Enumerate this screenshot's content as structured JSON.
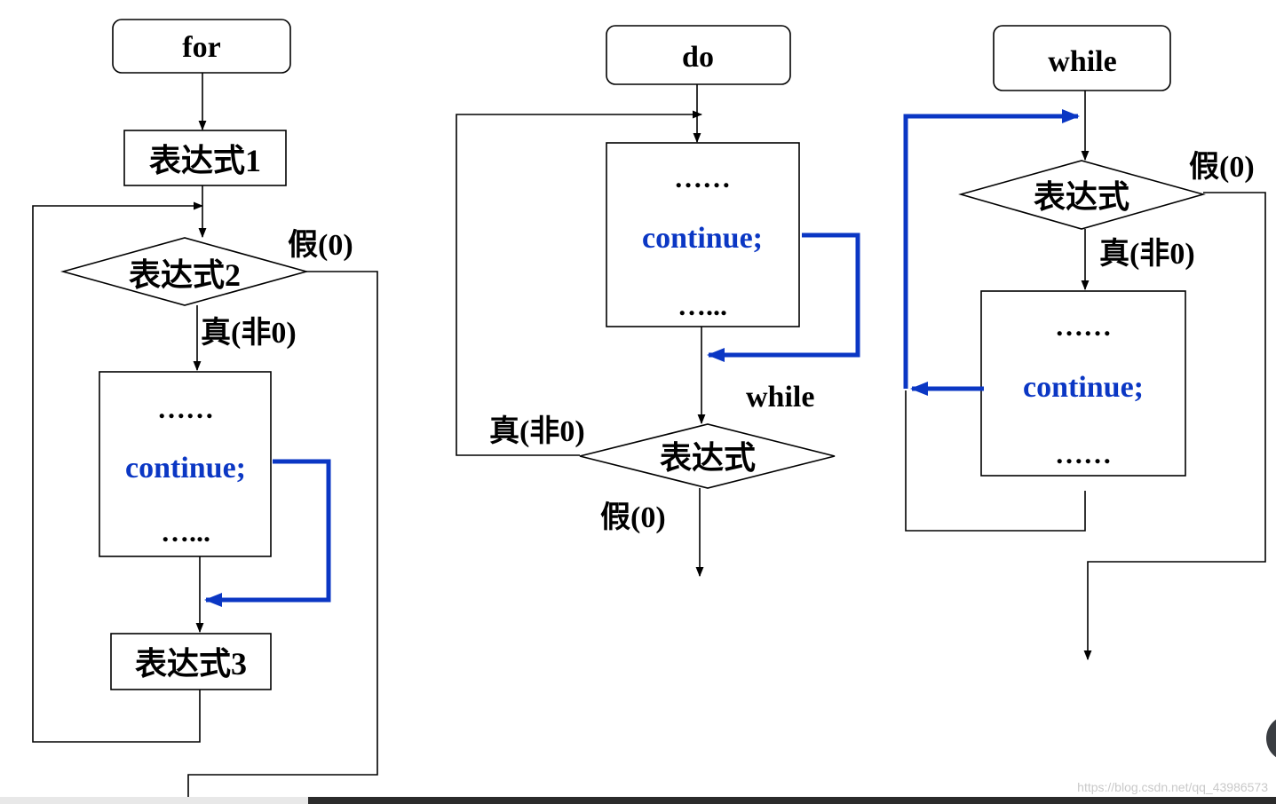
{
  "for_diagram": {
    "start": "for",
    "expr1": "表达式1",
    "expr2": "表达式2",
    "false_label": "假(0)",
    "true_label": "真(非0)",
    "body_dots_top": "……",
    "continue": "continue;",
    "body_dots_bottom": "…...",
    "expr3": "表达式3"
  },
  "do_diagram": {
    "start": "do",
    "body_dots_top": "……",
    "continue": "continue;",
    "body_dots_bottom": "…...",
    "while_label": "while",
    "true_label": "真(非0)",
    "condition": "表达式",
    "false_label": "假(0)"
  },
  "while_diagram": {
    "start": "while",
    "condition": "表达式",
    "false_label": "假(0)",
    "true_label": "真(非0)",
    "body_dots_top": "……",
    "continue": "continue;",
    "body_dots_bottom": "……"
  },
  "watermark": "https://blog.csdn.net/qq_43986573",
  "colors": {
    "continue_text": "#0b37c4",
    "continue_path": "#0b37c4",
    "line": "#000000",
    "bottom_bar": "#2b2b2b"
  }
}
